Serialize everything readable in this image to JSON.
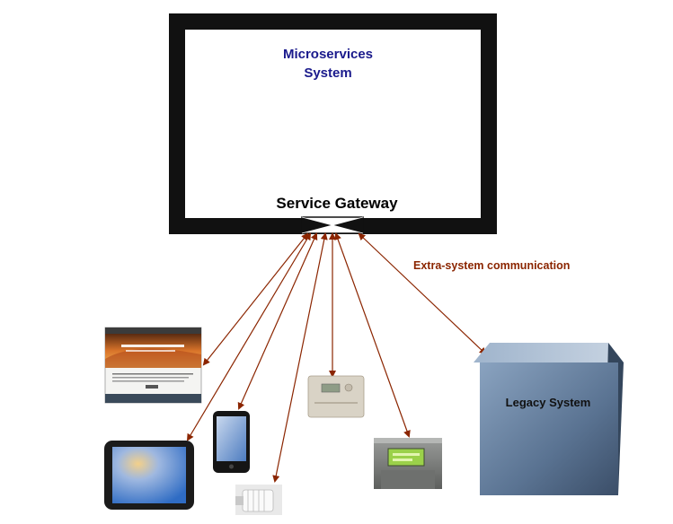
{
  "system": {
    "title_line1": "Microservices",
    "title_line2": "System"
  },
  "gateway": {
    "label": "Service Gateway"
  },
  "connection": {
    "label": "Extra-system communication"
  },
  "legacy": {
    "label": "Legacy System"
  },
  "colors": {
    "arrow": "#8b2500",
    "frame": "#111111",
    "title": "#1a1a8c"
  },
  "devices": [
    {
      "icon": "website-screenshot-icon"
    },
    {
      "icon": "tablet-icon"
    },
    {
      "icon": "smartphone-icon"
    },
    {
      "icon": "radiator-valve-icon"
    },
    {
      "icon": "thermostat-icon"
    },
    {
      "icon": "refrigerator-panel-icon"
    },
    {
      "icon": "legacy-server-box-icon"
    }
  ]
}
